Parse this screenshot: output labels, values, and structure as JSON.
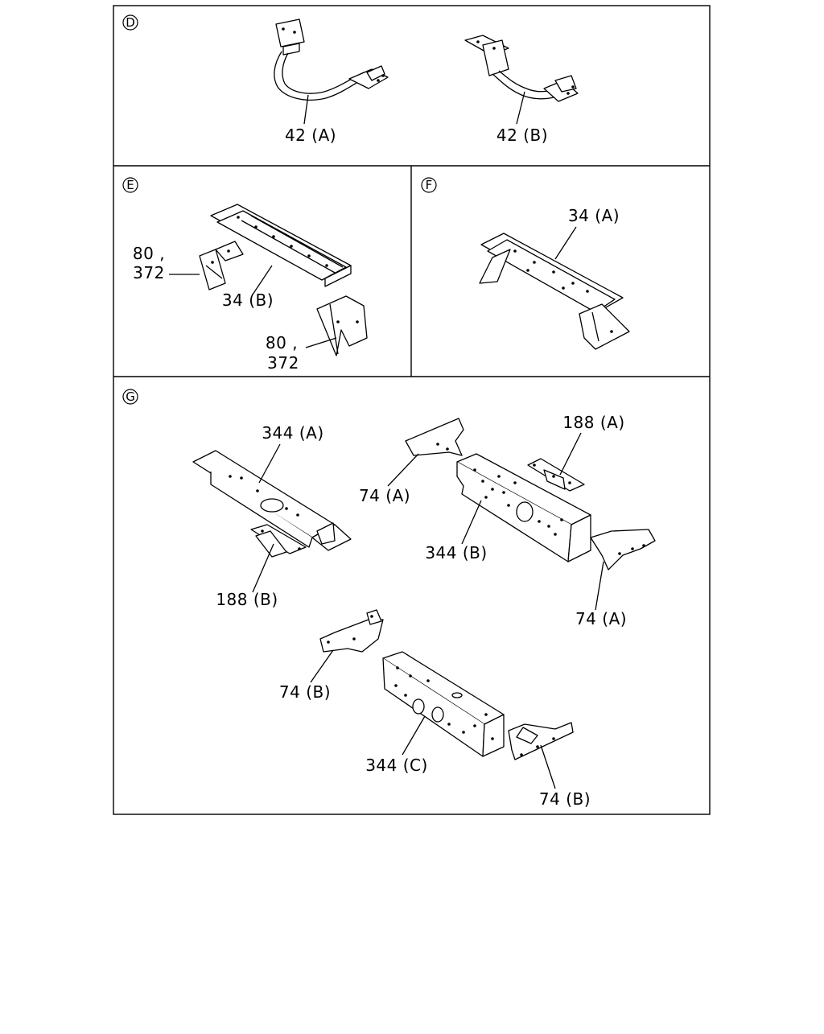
{
  "sections": {
    "D": {
      "letter": "D",
      "labels": [
        "42 (A)",
        "42 (B)"
      ]
    },
    "E": {
      "letter": "E",
      "labels": [
        "80 ,",
        "372",
        "34 (B)",
        "80 ,",
        "372"
      ]
    },
    "F": {
      "letter": "F",
      "labels": [
        "34 (A)"
      ]
    },
    "G": {
      "letter": "G",
      "labels": [
        "344 (A)",
        "188 (B)",
        "74 (A)",
        "188 (A)",
        "344 (B)",
        "74 (A)",
        "74 (B)",
        "344 (C)",
        "74 (B)"
      ]
    }
  }
}
